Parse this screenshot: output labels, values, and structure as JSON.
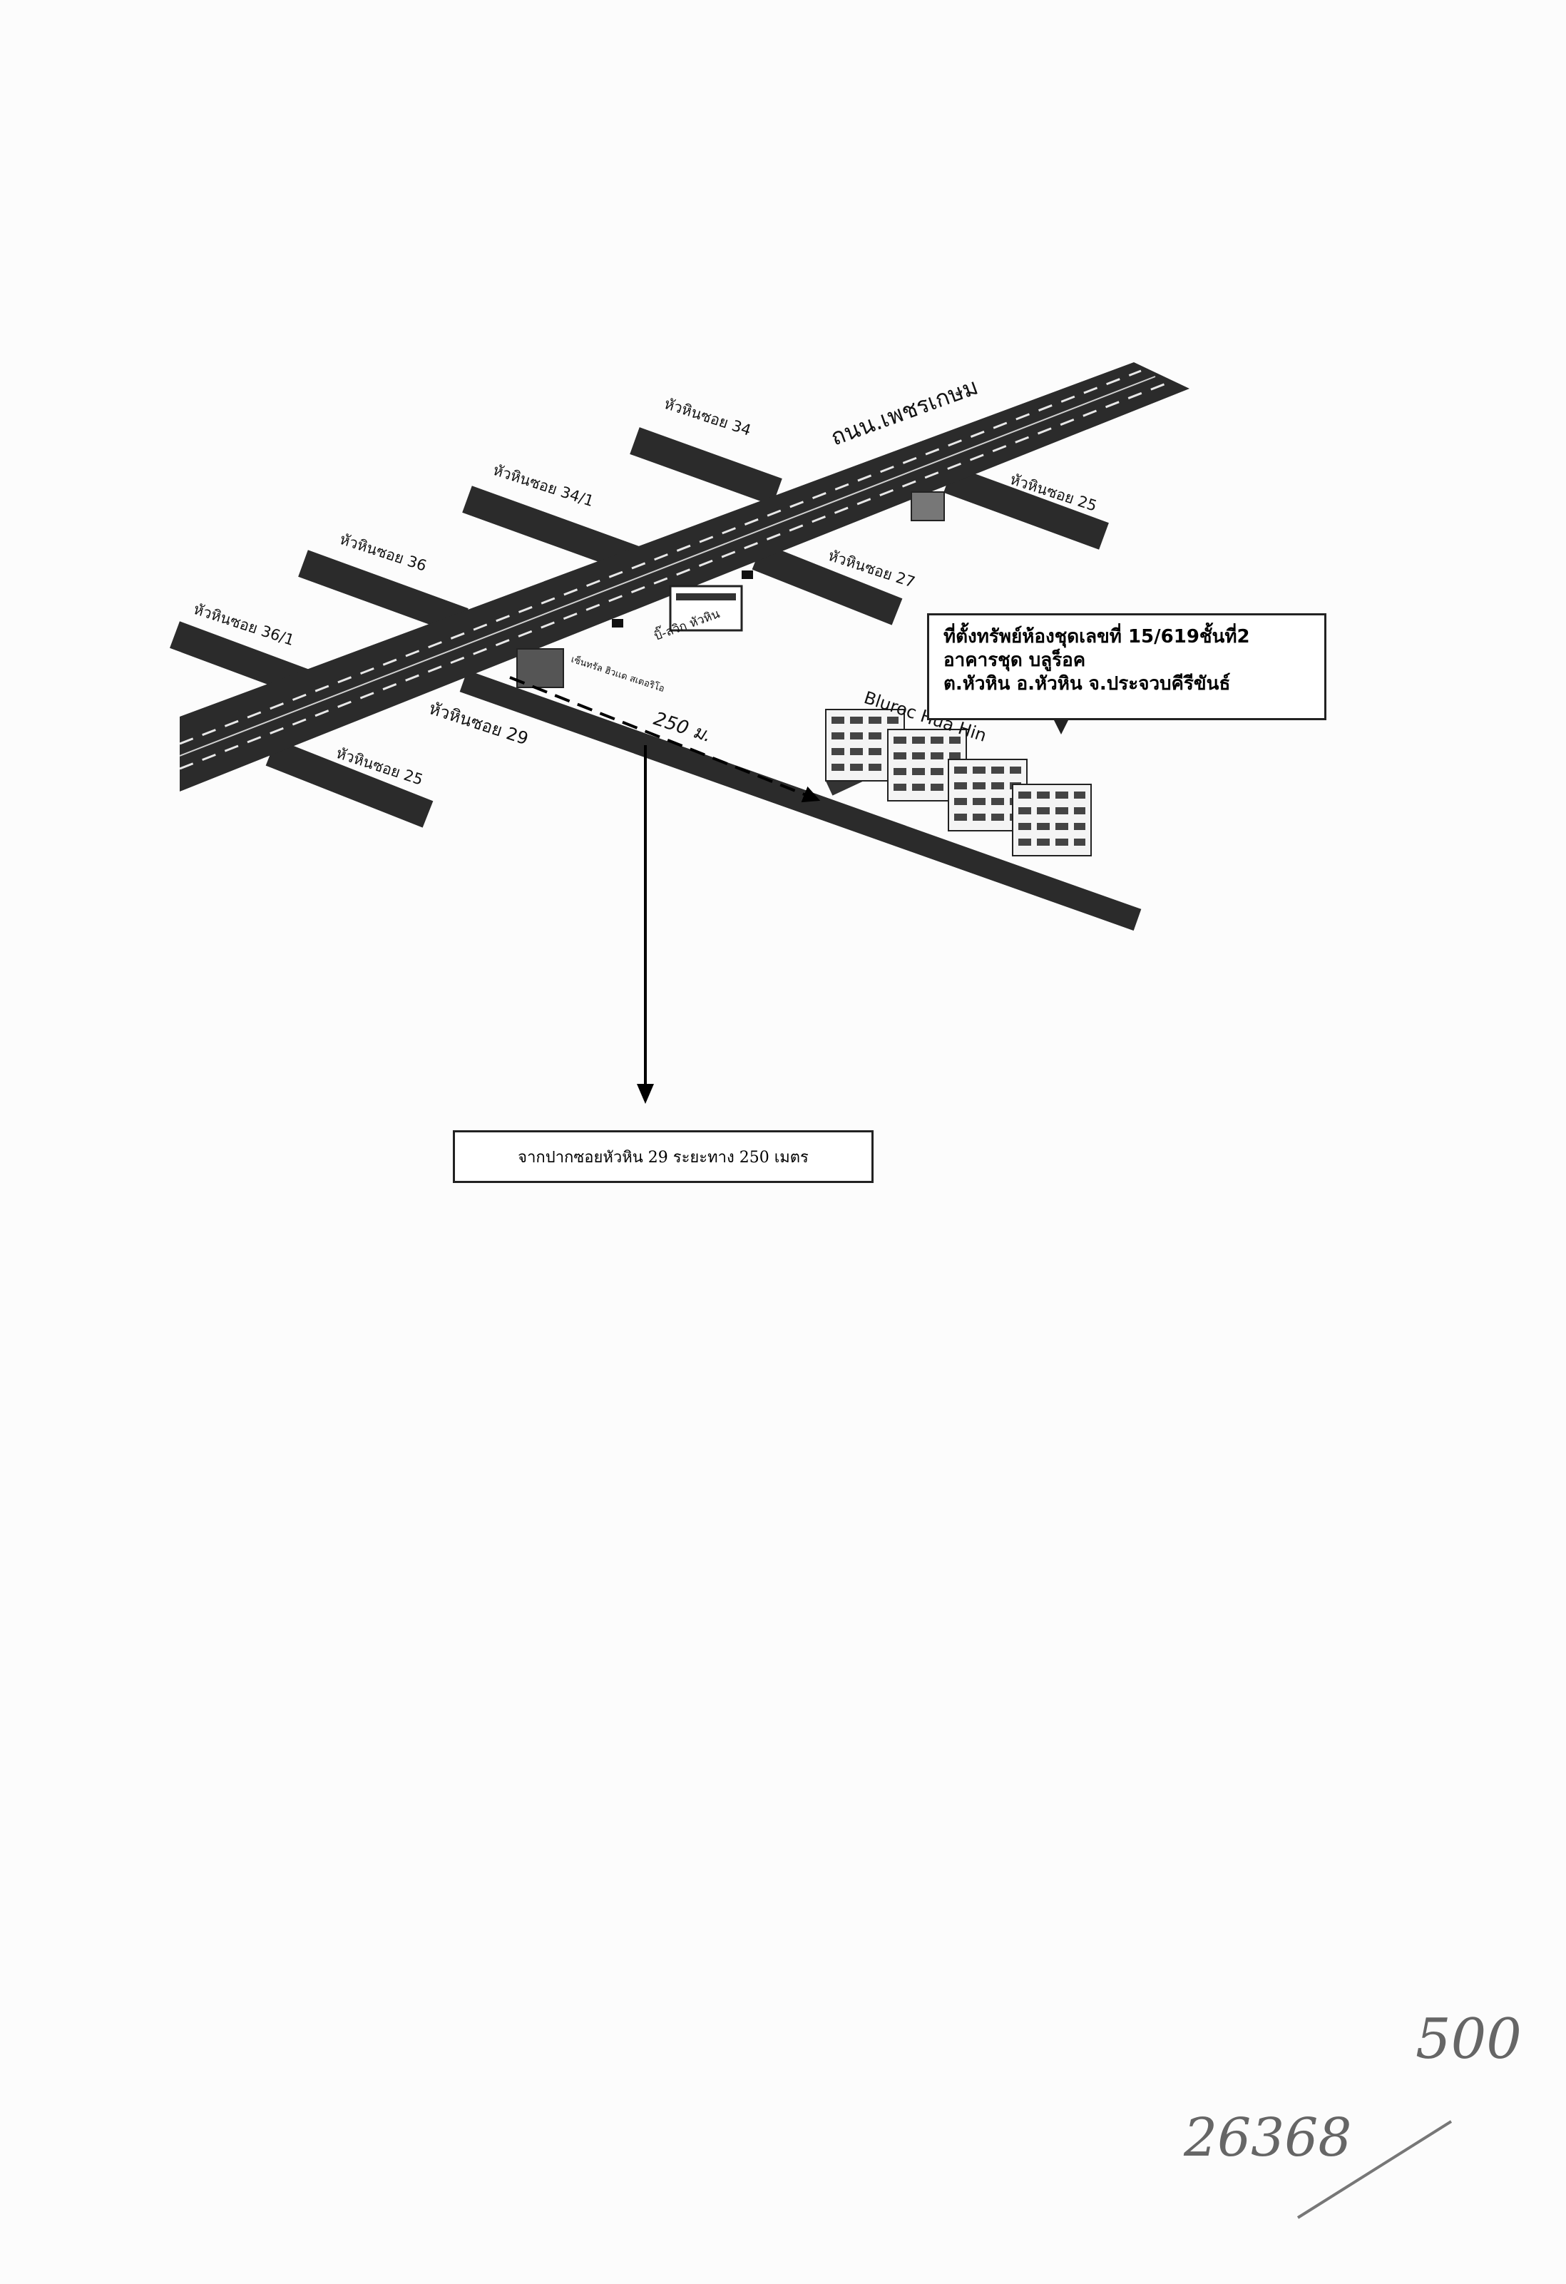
{
  "main_road": {
    "label": "ถนน.เพชรเกษม"
  },
  "side_roads": [
    {
      "id": "s34",
      "label": "หัวหินซอย 34"
    },
    {
      "id": "s34_1",
      "label": "หัวหินซอย 34/1"
    },
    {
      "id": "s36",
      "label": "หัวหินซอย 36"
    },
    {
      "id": "s36_1",
      "label": "หัวหินซอย 36/1"
    },
    {
      "id": "s25b",
      "label": "หัวหินซอย 25"
    },
    {
      "id": "s27",
      "label": "หัวหินซอย 27"
    },
    {
      "id": "s29",
      "label": "หัวหินซอย 29"
    },
    {
      "id": "s25",
      "label": "หัวหินซอย 25"
    }
  ],
  "landmarks": {
    "biglot": "บิ๊-ลวิก หัวหิน",
    "hotel": "เซ็นทรัล ฮิวเเด สเตอริโอ",
    "distance": "250 ม.",
    "project_name": "Bluroc Hua Hin"
  },
  "property_box": {
    "line1": "ที่ตั้งทรัพย์ห้องชุดเลขที่ 15/619ชั้นที่2",
    "line2": "อาคารชุด บลูร็อค",
    "line3": "ต.หัวหิน อ.หัวหิน จ.ประจวบคีรีขันธ์"
  },
  "direction_box": {
    "text": "จากปากซอยหัวหิน 29  ระยะทาง 250 เมตร"
  },
  "handwritten": {
    "top": "500",
    "bottom": "26368"
  },
  "colors": {
    "road": "#2b2b2b",
    "road_line": "#e8e8e8",
    "box_border": "#222222"
  }
}
